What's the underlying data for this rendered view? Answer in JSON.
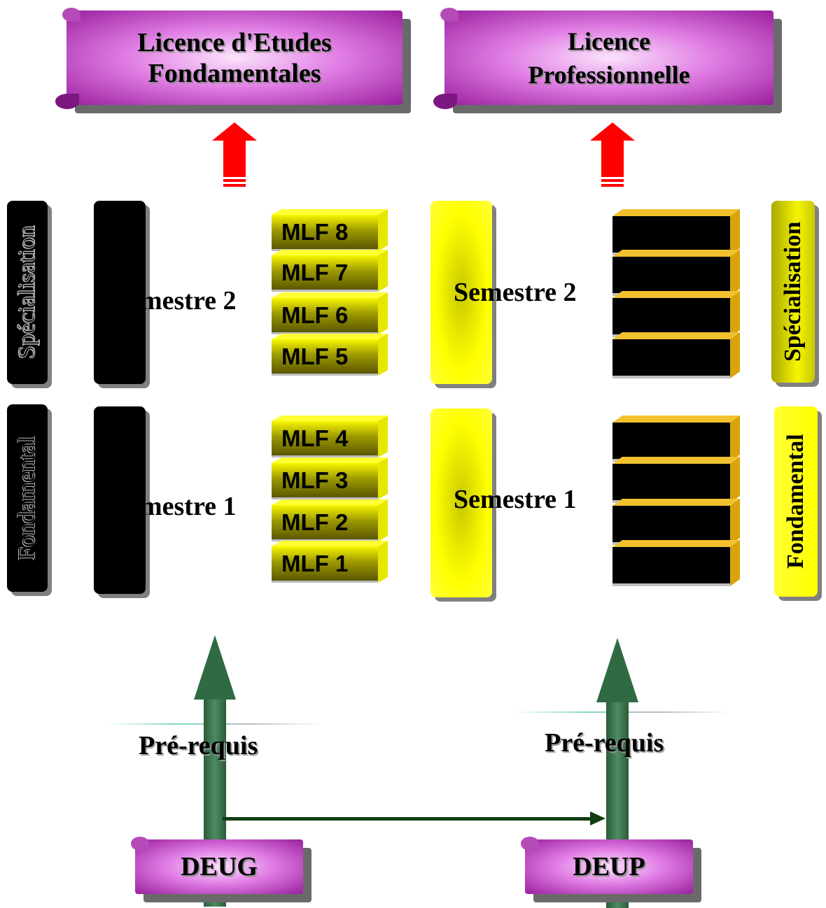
{
  "banners": {
    "top_left": "Licence d'Etudes\nFondamentales",
    "top_left_line1": "Licence d'Etudes",
    "top_left_line2": "Fondamentales",
    "top_right_line1": "Licence",
    "top_right_line2": "Professionnelle",
    "bottom_left": "DEUG",
    "bottom_right": "DEUP"
  },
  "side_labels": {
    "left_top": "Spécialisation",
    "left_bottom": "Fondamental",
    "right_top": "Spécialisation",
    "right_bottom": "Fondamental"
  },
  "semesters": {
    "left_s2": "mestre 2",
    "left_s1": "mestre 1",
    "right_s2": "Semestre 2",
    "right_s1": "Semestre 1"
  },
  "modules_upper": [
    "MLF 8",
    "MLF 7",
    "MLF 6",
    "MLF 5"
  ],
  "modules_lower": [
    "MLF 4",
    "MLF 3",
    "MLF 2",
    "MLF 1"
  ],
  "prereq": {
    "left": "Pré-requis",
    "right": "Pré-requis"
  },
  "colors": {
    "banner": "#c24fc6",
    "arrow_red": "#ff0000",
    "arrow_green": "#2f6a43",
    "yellow": "#ffff00",
    "olive_module": "#9d9a00",
    "block_top": "#f2c12e"
  }
}
